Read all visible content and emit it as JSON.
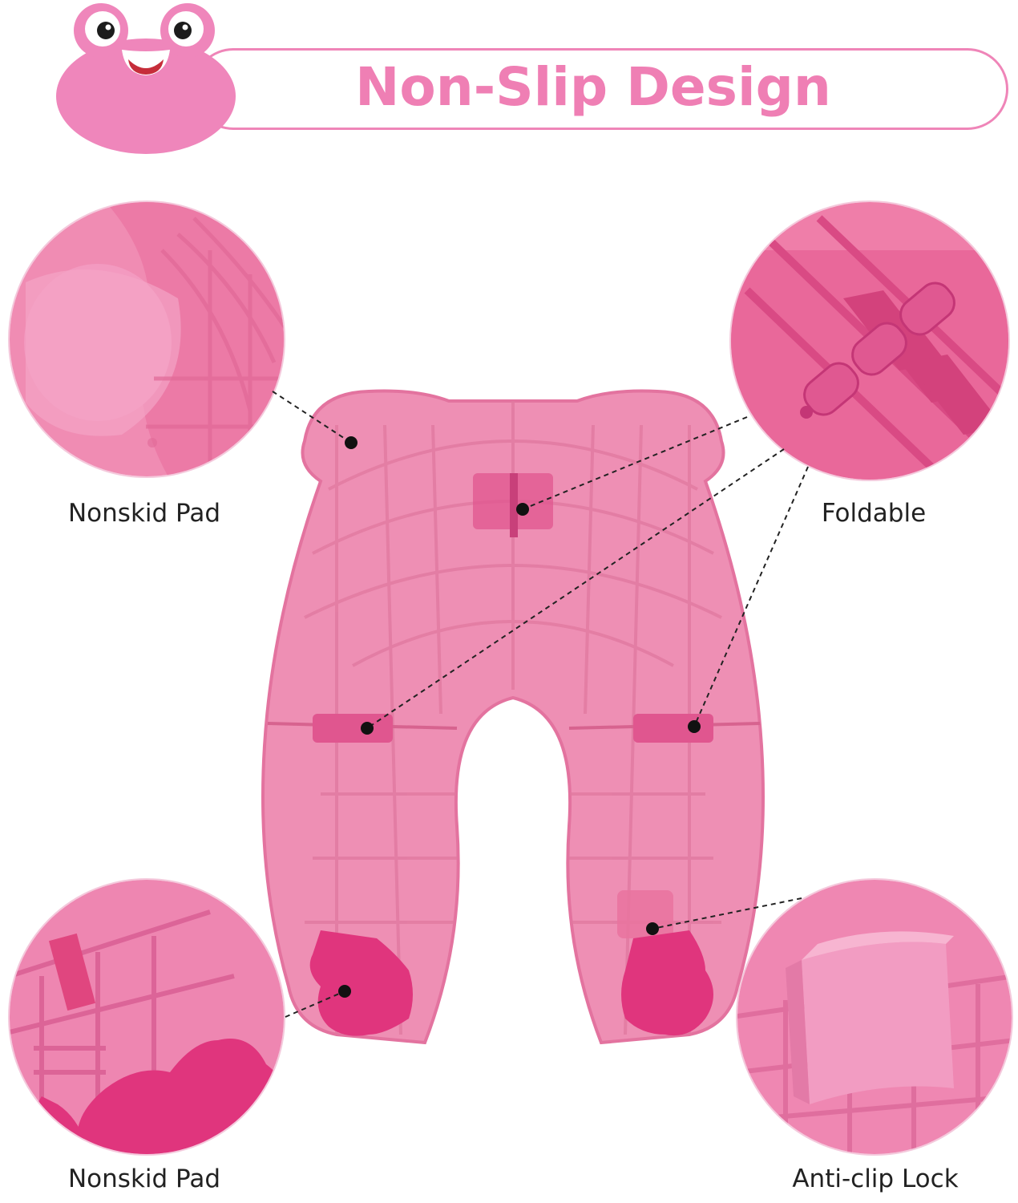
{
  "header": {
    "title": "Non-Slip Design",
    "accent_color": "#ef7fb4",
    "mascot_icon": "frog-face-icon"
  },
  "callouts": [
    {
      "label": "Nonskid Pad",
      "icon": "ear-pad-icon"
    },
    {
      "label": "Foldable",
      "icon": "hinge-icon"
    },
    {
      "label": "Nonskid Pad",
      "icon": "foot-pad-icon"
    },
    {
      "label": "Anti-clip Lock",
      "icon": "lock-clip-icon"
    }
  ],
  "colors": {
    "product_pink": "#ee8fb4",
    "product_dark": "#e0558f",
    "pad_magenta": "#e23a82",
    "circle_border": "#f4c9dc"
  }
}
